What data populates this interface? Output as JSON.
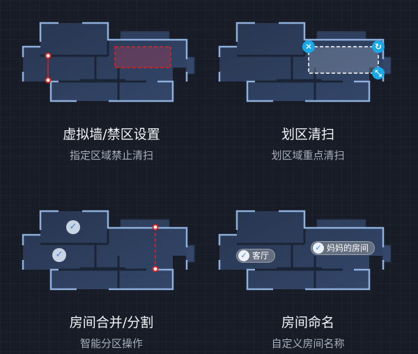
{
  "features": [
    {
      "title": "虚拟墙/禁区设置",
      "subtitle": "指定区域禁止清扫"
    },
    {
      "title": "划区清扫",
      "subtitle": "划区域重点清扫"
    },
    {
      "title": "房间合并/分割",
      "subtitle": "智能分区操作"
    },
    {
      "title": "房间命名",
      "subtitle": "自定义房间名称"
    }
  ],
  "room_labels": [
    "客厅",
    "妈妈的房间"
  ],
  "icons": {
    "zone_delete": "close-icon",
    "zone_rotate": "rotate-icon",
    "zone_resize": "resize-icon",
    "room_selected": "check-icon"
  },
  "colors": {
    "background": "#171c27",
    "accent": "#19a9e8",
    "restricted": "#e02020",
    "wall": "#8fb0dc"
  }
}
